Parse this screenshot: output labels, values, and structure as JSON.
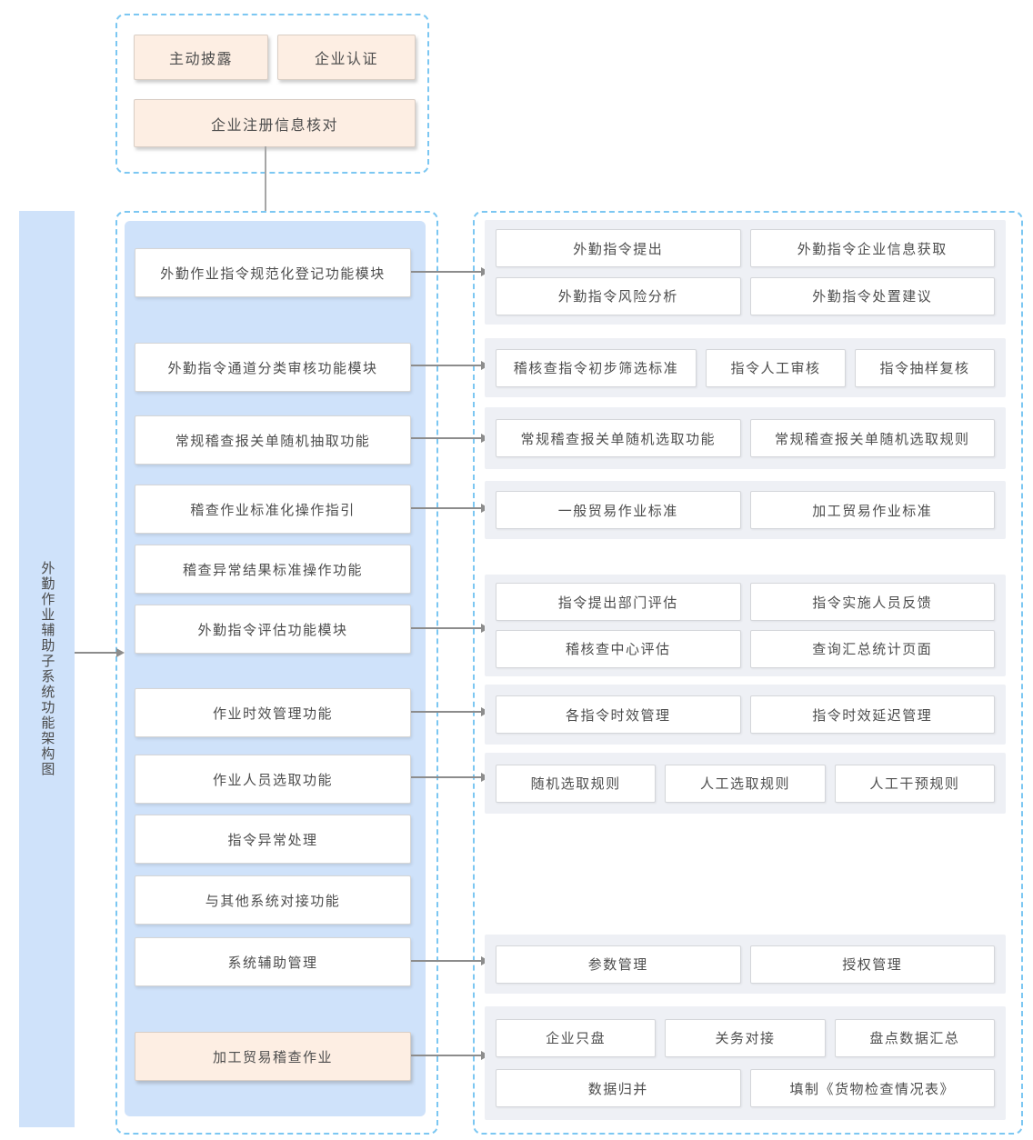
{
  "diagram": {
    "title": "外勤作业辅助子系统功能架构图"
  },
  "top_group": {
    "items": [
      "主动披露",
      "企业认证",
      "企业注册信息核对"
    ]
  },
  "modules": [
    {
      "label": "外勤作业指令规范化登记功能模块",
      "highlight": false
    },
    {
      "label": "外勤指令通道分类审核功能模块",
      "highlight": false
    },
    {
      "label": "常规稽查报关单随机抽取功能",
      "highlight": false
    },
    {
      "label": "稽查作业标准化操作指引",
      "highlight": false
    },
    {
      "label": "稽查异常结果标准操作功能",
      "highlight": false
    },
    {
      "label": "外勤指令评估功能模块",
      "highlight": false
    },
    {
      "label": "作业时效管理功能",
      "highlight": false
    },
    {
      "label": "作业人员选取功能",
      "highlight": false
    },
    {
      "label": "指令异常处理",
      "highlight": false
    },
    {
      "label": "与其他系统对接功能",
      "highlight": false
    },
    {
      "label": "系统辅助管理",
      "highlight": false
    },
    {
      "label": "加工贸易稽查作业",
      "highlight": true
    }
  ],
  "groups": [
    {
      "rows": [
        [
          "外勤指令提出",
          "外勤指令企业信息获取"
        ],
        [
          "外勤指令风险分析",
          "外勤指令处置建议"
        ]
      ]
    },
    {
      "rows": [
        [
          "稽核查指令初步筛选标准",
          "指令人工审核",
          "指令抽样复核"
        ]
      ]
    },
    {
      "rows": [
        [
          "常规稽查报关单随机选取功能",
          "常规稽查报关单随机选取规则"
        ]
      ]
    },
    {
      "rows": [
        [
          "一般贸易作业标准",
          "加工贸易作业标准"
        ]
      ]
    },
    {
      "rows": [
        [
          "指令提出部门评估",
          "指令实施人员反馈"
        ],
        [
          "稽核查中心评估",
          "查询汇总统计页面"
        ]
      ]
    },
    {
      "rows": [
        [
          "各指令时效管理",
          "指令时效延迟管理"
        ]
      ]
    },
    {
      "rows": [
        [
          "随机选取规则",
          "人工选取规则",
          "人工干预规则"
        ]
      ]
    },
    {
      "rows": [
        [
          "参数管理",
          "授权管理"
        ]
      ]
    },
    {
      "rows": [
        [
          "企业只盘",
          "关务对接",
          "盘点数据汇总"
        ],
        [
          "数据归并",
          "填制《货物检查情况表》"
        ]
      ]
    }
  ],
  "colors": {
    "dashed_border": "#7cc7f2",
    "panel_blue": "#cfe2fa",
    "group_bg": "#eef0f5",
    "highlight_fill": "#fdeee3",
    "box_border": "#d6d6d6",
    "arrow": "#8c8c8c",
    "text": "#4d4d4d"
  }
}
